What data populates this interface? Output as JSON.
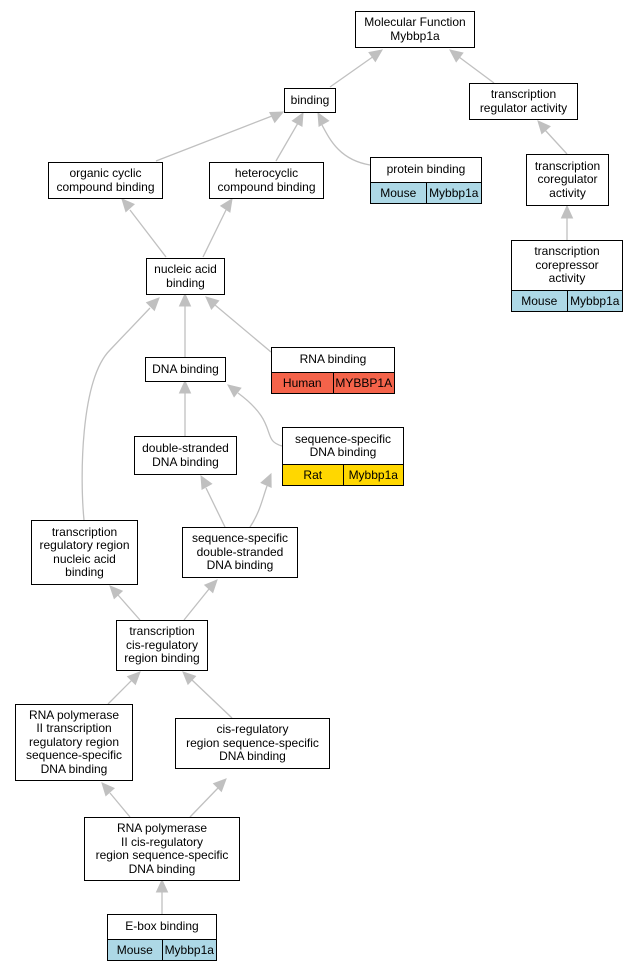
{
  "colors": {
    "edge": "#c0c0c0",
    "mouse": "#add8e6",
    "human": "#f4634a",
    "rat": "#ffd700"
  },
  "nodes": {
    "molecular_function": {
      "label": "Molecular Function\nMybbp1a"
    },
    "binding": {
      "label": "binding"
    },
    "transcription_regulator_activity": {
      "label": "transcription\nregulator activity"
    },
    "organic_cyclic_compound_binding": {
      "label": "organic cyclic\ncompound binding"
    },
    "heterocyclic_compound_binding": {
      "label": "heterocyclic\ncompound binding"
    },
    "protein_binding": {
      "label": "protein binding",
      "species": "Mouse",
      "gene": "Mybbp1a"
    },
    "transcription_coregulator_activity": {
      "label": "transcription\ncoregulator\nactivity"
    },
    "transcription_corepressor_activity": {
      "label": "transcription\ncorepressor\nactivity",
      "species": "Mouse",
      "gene": "Mybbp1a"
    },
    "nucleic_acid_binding": {
      "label": "nucleic acid\nbinding"
    },
    "rna_binding": {
      "label": "RNA binding",
      "species": "Human",
      "gene": "MYBBP1A"
    },
    "dna_binding": {
      "label": "DNA binding"
    },
    "sequence_specific_dna_binding": {
      "label": "sequence-specific\nDNA binding",
      "species": "Rat",
      "gene": "Mybbp1a"
    },
    "double_stranded_dna_binding": {
      "label": "double-stranded\nDNA binding"
    },
    "transcription_regulatory_region_nucleic_acid_binding": {
      "label": "transcription\nregulatory region\nnucleic acid\nbinding"
    },
    "sequence_specific_double_stranded_dna_binding": {
      "label": "sequence-specific\ndouble-stranded\nDNA binding"
    },
    "transcription_cis_regulatory_region_binding": {
      "label": "transcription\ncis-regulatory\nregion binding"
    },
    "rna_pol_ii_transcription_regulatory_region_sequence_specific_dna_binding": {
      "label": "RNA polymerase\nII transcription\nregulatory region\nsequence-specific\nDNA binding"
    },
    "cis_regulatory_region_sequence_specific_dna_binding": {
      "label": "cis-regulatory\nregion sequence-specific\nDNA binding"
    },
    "rna_pol_ii_cis_regulatory_region_sequence_specific_dna_binding": {
      "label": "RNA polymerase\nII cis-regulatory\nregion sequence-specific\nDNA binding"
    },
    "e_box_binding": {
      "label": "E-box binding",
      "species": "Mouse",
      "gene": "Mybbp1a"
    }
  }
}
